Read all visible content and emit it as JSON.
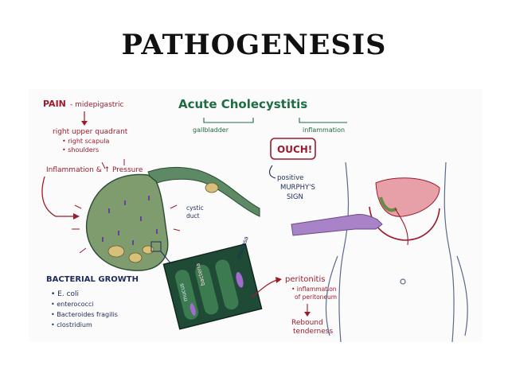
{
  "slide": {
    "title": "Pathogenesis"
  },
  "diagram": {
    "title": "Acute Cholecystitis",
    "title_parts": {
      "left": "gallbladder",
      "right": "inflammation"
    },
    "pain": {
      "heading": "PAIN",
      "heading_detail": "- midepigastric",
      "location": "right upper quadrant",
      "radiation": [
        "• right scapula",
        "• shoulders"
      ]
    },
    "inflammation_label": "Inflammation & ↑ Pressure",
    "cystic_duct_label": [
      "cystic",
      "duct"
    ],
    "mucosa_label": "mucosa",
    "inset_labels": [
      "mucus",
      "bacteria"
    ],
    "bacterial_growth": {
      "heading": "BACTERIAL GROWTH",
      "items": [
        "• E. coli",
        "• enterococci",
        "• Bacteroides fragilis",
        "• clostridium"
      ]
    },
    "ouch_label": "OUCH!",
    "murphys_sign": [
      "positive",
      "MURPHY'S",
      "SIGN"
    ],
    "peritonitis": {
      "heading": "peritonitis",
      "details": [
        "• inflammation",
        "of peritoneum"
      ],
      "rebound": [
        "Rebound",
        "tenderness"
      ]
    },
    "colors": {
      "red_ink": "#9c1b2c",
      "green_ink": "#1f6b44",
      "navy_ink": "#1e2b59",
      "gallbladder": "#7f9c6e",
      "duct": "#5d8a64",
      "inset_bg": "#1f4a35",
      "liver": "#e8a0a8",
      "hand": "#a983c7"
    }
  }
}
